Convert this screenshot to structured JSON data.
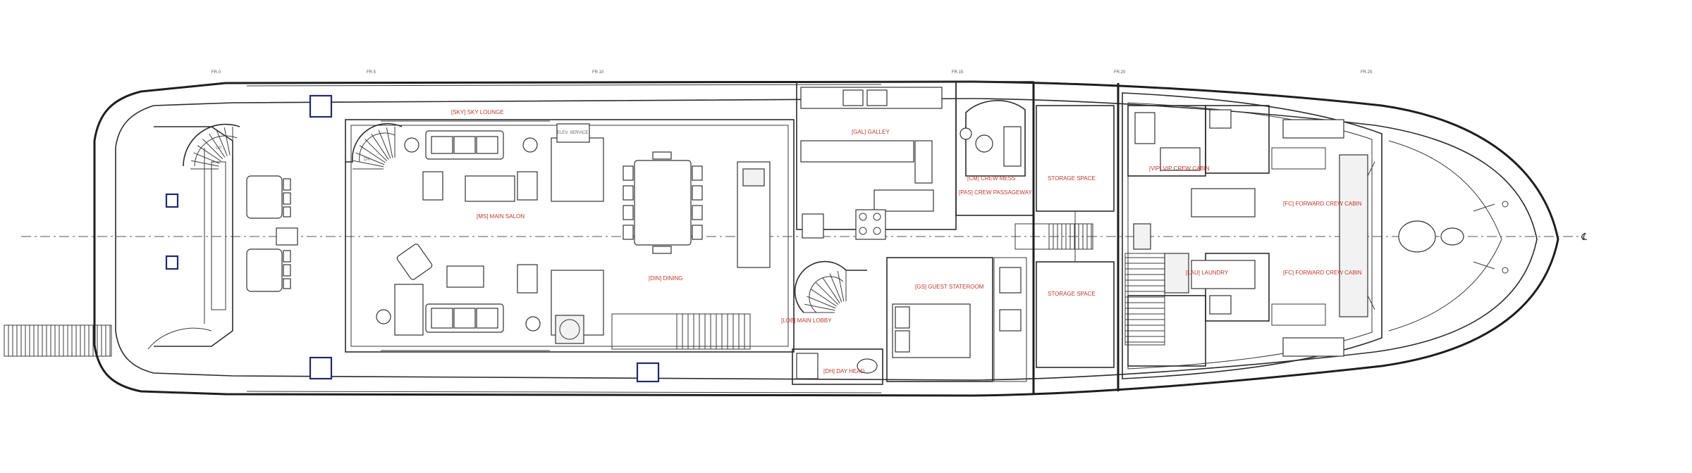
{
  "drawing": {
    "title": "",
    "rooms": {
      "sky_lounge": "[SKY] SKY LOUNGE",
      "main_salon": "[MS] MAIN SALON",
      "dining": "[DIN] DINING",
      "galley": "[GAL] GALLEY",
      "crew_mess": "[CM] CREW MESS",
      "main_lobby": "[LOB] MAIN LOBBY",
      "crew_passageway": "[PAS] CREW PASSAGEWAY",
      "guest_stateroom": "[GS] GUEST STATEROOM",
      "day_head": "[DH] DAY HEAD",
      "storage_port": "STORAGE SPACE",
      "storage_stbd": "STORAGE SPACE",
      "vip_crew": "[VIP] VIP CREW CABIN",
      "fwd_crew_port": "[FC] FORWARD CREW CABIN",
      "fwd_crew_stbd": "[FC] FORWARD CREW CABIN",
      "laundry": "[LAU] LAUNDRY",
      "elev": "ELEV. SERVICE"
    },
    "frames": [
      "FR.0",
      "FR.5",
      "FR.10",
      "FR.15",
      "FR.20",
      "FR.25"
    ],
    "centerline_symbol": "℄",
    "stair_labels": [
      "UP",
      "DN"
    ]
  }
}
